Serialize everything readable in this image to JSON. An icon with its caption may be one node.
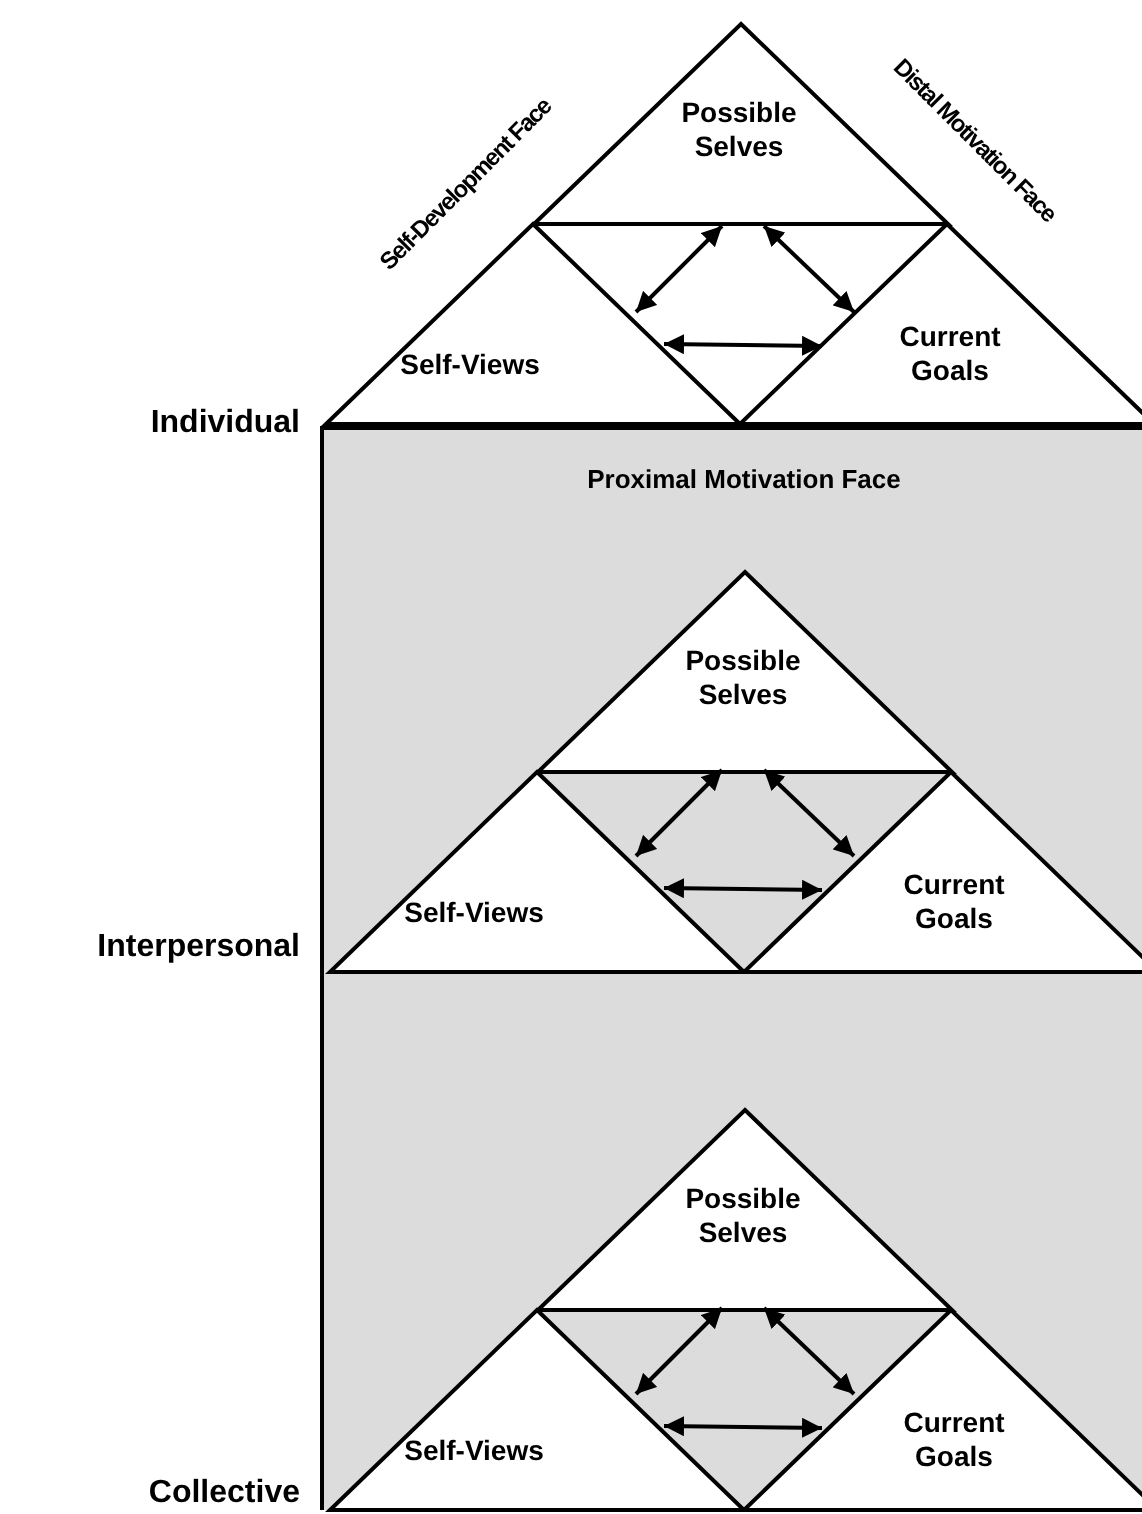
{
  "diagram": {
    "nodes": [
      {
        "text": [
          "Possible Selves"
        ]
      },
      {
        "text": [
          "Self-Views"
        ]
      },
      {
        "text": [
          "Current Goals"
        ]
      },
      {
        "text": [
          "Proximal Motivation Face"
        ]
      },
      {
        "text": [
          "Possible Selves"
        ],
        "in": 3
      },
      {
        "text": [
          "Self-Views"
        ],
        "in": 3
      },
      {
        "text": [
          "Current Goals"
        ],
        "in": 3
      },
      {
        "text": [
          "Possible Selves"
        ],
        "in": 3
      },
      {
        "text": [
          "Self-Views"
        ],
        "in": 3
      },
      {
        "text": [
          "Current Goals"
        ],
        "in": 3
      }
    ],
    "edges": [
      {
        "from": 1,
        "to": 0,
        "arrow": "both"
      },
      {
        "from": 0,
        "to": 2,
        "arrow": "both"
      },
      {
        "from": 1,
        "to": 2,
        "arrow": "both"
      },
      {
        "from": 5,
        "to": 4,
        "arrow": "both"
      },
      {
        "from": 4,
        "to": 6,
        "arrow": "both"
      },
      {
        "from": 5,
        "to": 6,
        "arrow": "both"
      },
      {
        "from": 8,
        "to": 7,
        "arrow": "both"
      },
      {
        "from": 7,
        "to": 9,
        "arrow": "both"
      },
      {
        "from": 8,
        "to": 9,
        "arrow": "both"
      }
    ],
    "labels": [
      "Self-Development Face",
      "Distal Motivation Face",
      "Individual",
      "Interpersonal",
      "Collective"
    ]
  }
}
